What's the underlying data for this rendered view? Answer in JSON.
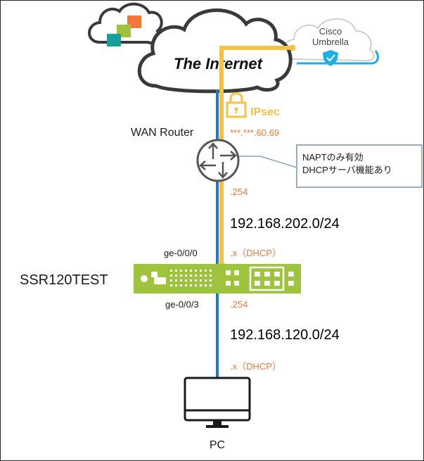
{
  "colors": {
    "link_blue": "#1a7ad4",
    "ipsec_yellow": "#f5c242",
    "address_orange": "#f07838",
    "router_green": "#9dc43c",
    "umbrella_blue": "#1ab0e0"
  },
  "cloud": {
    "internet_label": "The Internet",
    "umbrella_line1": "Cisco",
    "umbrella_line2": "Umbrella",
    "logo_icon": "sd-wan-tiles-icon"
  },
  "ipsec": {
    "label": "IPsec",
    "icon": "padlock-icon"
  },
  "wan_router": {
    "name": "WAN Router",
    "wan_address": "***.***.60.69",
    "lan_address": ".254",
    "icon": "router-icon",
    "note_line1": "NAPTのみ有効",
    "note_line2": "DHCPサーバ機能あり"
  },
  "upstream_network": {
    "subnet": "192.168.202.0/24"
  },
  "ssr": {
    "name": "SSR120TEST",
    "wan_port": "ge-0/0/0",
    "wan_address": ".x（DHCP）",
    "lan_port": "ge-0/0/3",
    "lan_address": ".254"
  },
  "lan_network": {
    "subnet": "192.168.120.0/24"
  },
  "pc": {
    "name": "PC",
    "address": ".x（DHCP）",
    "icon": "monitor-icon"
  }
}
